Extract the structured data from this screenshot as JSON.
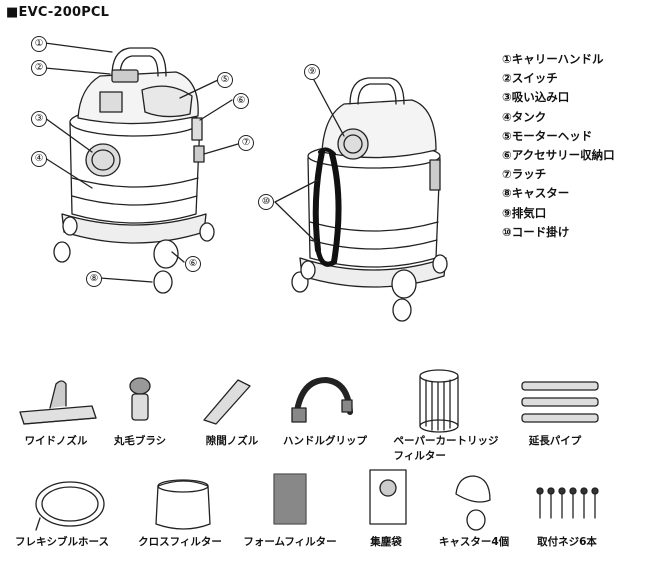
{
  "model": "■EVC-200PCL",
  "parts": [
    {
      "num": "①",
      "name": "キャリーハンドル"
    },
    {
      "num": "②",
      "name": "スイッチ"
    },
    {
      "num": "③",
      "name": "吸い込み口"
    },
    {
      "num": "④",
      "name": "タンク"
    },
    {
      "num": "⑤",
      "name": "モーターヘッド"
    },
    {
      "num": "⑥",
      "name": "アクセサリー収納口"
    },
    {
      "num": "⑦",
      "name": "ラッチ"
    },
    {
      "num": "⑧",
      "name": "キャスター"
    },
    {
      "num": "⑨",
      "name": "排気口"
    },
    {
      "num": "⑩",
      "name": "コード掛け"
    }
  ],
  "callouts": {
    "c1": "①",
    "c2": "②",
    "c3": "③",
    "c4": "④",
    "c5": "⑤",
    "c6a": "⑥",
    "c6b": "⑥",
    "c7": "⑦",
    "c8": "⑧",
    "c9": "⑨",
    "c10": "⑩"
  },
  "accessories": [
    {
      "name": "ワイドノズル"
    },
    {
      "name": "丸毛ブラシ"
    },
    {
      "name": "隙間ノズル"
    },
    {
      "name": "ハンドルグリップ"
    },
    {
      "name": "ペーパーカートリッジ",
      "name2": "フィルター"
    },
    {
      "name": "延長パイプ"
    },
    {
      "name": "フレキシブルホース"
    },
    {
      "name": "クロスフィルター"
    },
    {
      "name": "フォームフィルター"
    },
    {
      "name": "集塵袋"
    },
    {
      "name": "キャスター4個"
    },
    {
      "name": "取付ネジ6本"
    }
  ]
}
